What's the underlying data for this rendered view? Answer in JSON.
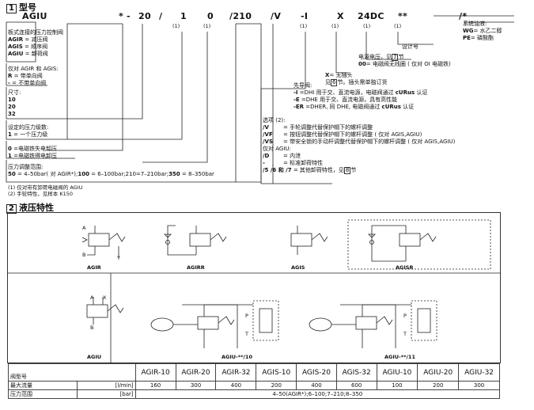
{
  "section1": {
    "num": "1",
    "title": "型号"
  },
  "code": [
    "AGIU",
    "*",
    "-",
    "20",
    "/",
    "1",
    "0",
    "/210",
    "/V",
    "-I",
    "X",
    "24DC",
    "**",
    "/*"
  ],
  "marks": {
    "m1": "(1)",
    "m2": "(1)",
    "m3": "(1)",
    "m4": "(1)",
    "m5": "(1)",
    "m6": "(1)"
  },
  "left": {
    "series_title": "板式连接的压力控制阀",
    "series": [
      {
        "code": "AGIR",
        "text": " = 减压阀"
      },
      {
        "code": "AGIS",
        "text": " = 顺序阀"
      },
      {
        "code": "AGIU",
        "text": " = 卸荷阀"
      }
    ],
    "only_title": "仅对 AGIR 和 AGIS:",
    "only": [
      {
        "code": "R",
        "text": " = 带单向阀"
      },
      {
        "code": "-",
        "text": " = 不带单向阀"
      }
    ],
    "size_title": "尺寸:",
    "sizes": [
      "10",
      "20",
      "32"
    ],
    "level_title": "设定的压力级数:",
    "level": {
      "code": "1",
      "text": " = 一个压力级"
    },
    "valve": [
      {
        "code": "0",
        "text": " =电磁铁失电卸压"
      },
      {
        "code": "1",
        "text": " =电磁铁得电卸压"
      }
    ],
    "range_title": "压力调整范围:",
    "range_a": "50",
    "range_b": " = 4–50bar( 对 AGIR*);",
    "range_c": "100",
    "range_d": " = 6–100bar;210=7–210bar;",
    "range_e": "350",
    "range_f": " = 8–350bar",
    "notes": [
      "(1) 仅对带有卸荷电磁阀的 AGIU",
      "(2) 手轮特性，见样本 K150"
    ]
  },
  "right": {
    "seal_title": "系统油液:",
    "seal_a_code": "WG",
    "seal_a": "= 水乙二醇",
    "seal_b_code": "PE",
    "seal_b": "= 磷酸酯",
    "design": "设计号",
    "voltage_a": "电源电压，见",
    "voltage_ref": "7",
    "voltage_b": "节",
    "oo_code": "00",
    "oo_text": "= 电磁阀无线圈 ( 仅对 OI 电磁铁)",
    "x_code": "X",
    "x_text": "= 无插头",
    "x2_a": "见",
    "x2_ref": "6",
    "x2_b": "节。插头需单独订货",
    "prev_title": "先导阀:",
    "pilots": [
      {
        "code": "-I",
        "text": "  =DHI 用于交、直流电源，电磁阀通过 ",
        "cert": "cURus",
        "tail": " 认证"
      },
      {
        "code": "-E",
        "text": "  =DHE 用于交、直流电源，具有高性能",
        "cert": "",
        "tail": ""
      },
      {
        "code": "-ER",
        "text": " =DHER, 同 DHE, 电磁阀通过 ",
        "cert": "cURus",
        "tail": " 认证"
      }
    ],
    "opt_title": "选项 (2):",
    "opts": [
      {
        "code": "/V",
        "text": "= 手轮调整代替保护帽下的螺杆调整"
      },
      {
        "code": "/VF",
        "text": "= 按钮调整代替保护帽下的螺杆调整 ( 仅对 AGIS,AGIU)"
      },
      {
        "code": "/VS",
        "text": "= 带安全锁的手动杆调整代替保护帽下的螺杆调整 ( 仅对 AGIS,AGIU)"
      }
    ],
    "agiu_title": "仅对 AGIU:",
    "agiu": [
      {
        "code": "/D",
        "text": "= 内泄"
      },
      {
        "code": "-",
        "text": "= 标准卸荷特性"
      }
    ],
    "last_code": "/5 /6 和 /7",
    "last_text": " = 其他卸荷特性，见",
    "last_ref": "8",
    "last_tail": "节"
  },
  "section2": {
    "num": "2",
    "title": "液压特性"
  },
  "symbols": {
    "agir": "AGIR",
    "agirr": "AGIRR",
    "agis": "AGIS",
    "agisr": "AGISR",
    "agiu": "AGIU",
    "agiu10": "AGIU-**/10",
    "agiu11": "AGIU-**/11",
    "pa": "A",
    "pb": "B",
    "py": "Y",
    "px": "X",
    "pp": "P",
    "pt": "T"
  },
  "table": {
    "corner": "阀型号",
    "models": [
      "AGIR-10",
      "AGIR-20",
      "AGIR-32",
      "AGIS-10",
      "AGIS-20",
      "AGIS-32",
      "AGIU-10",
      "AGIU-20",
      "AGIU-32"
    ],
    "flow_label": "最大流量",
    "flow_unit": "[l/min]",
    "flows": [
      "160",
      "300",
      "400",
      "200",
      "400",
      "600",
      "100",
      "200",
      "300"
    ],
    "press_label": "压力范围",
    "press_unit": "[bar]",
    "press_value": "4–50(AGIR*);6–100;7–210;8–350"
  }
}
